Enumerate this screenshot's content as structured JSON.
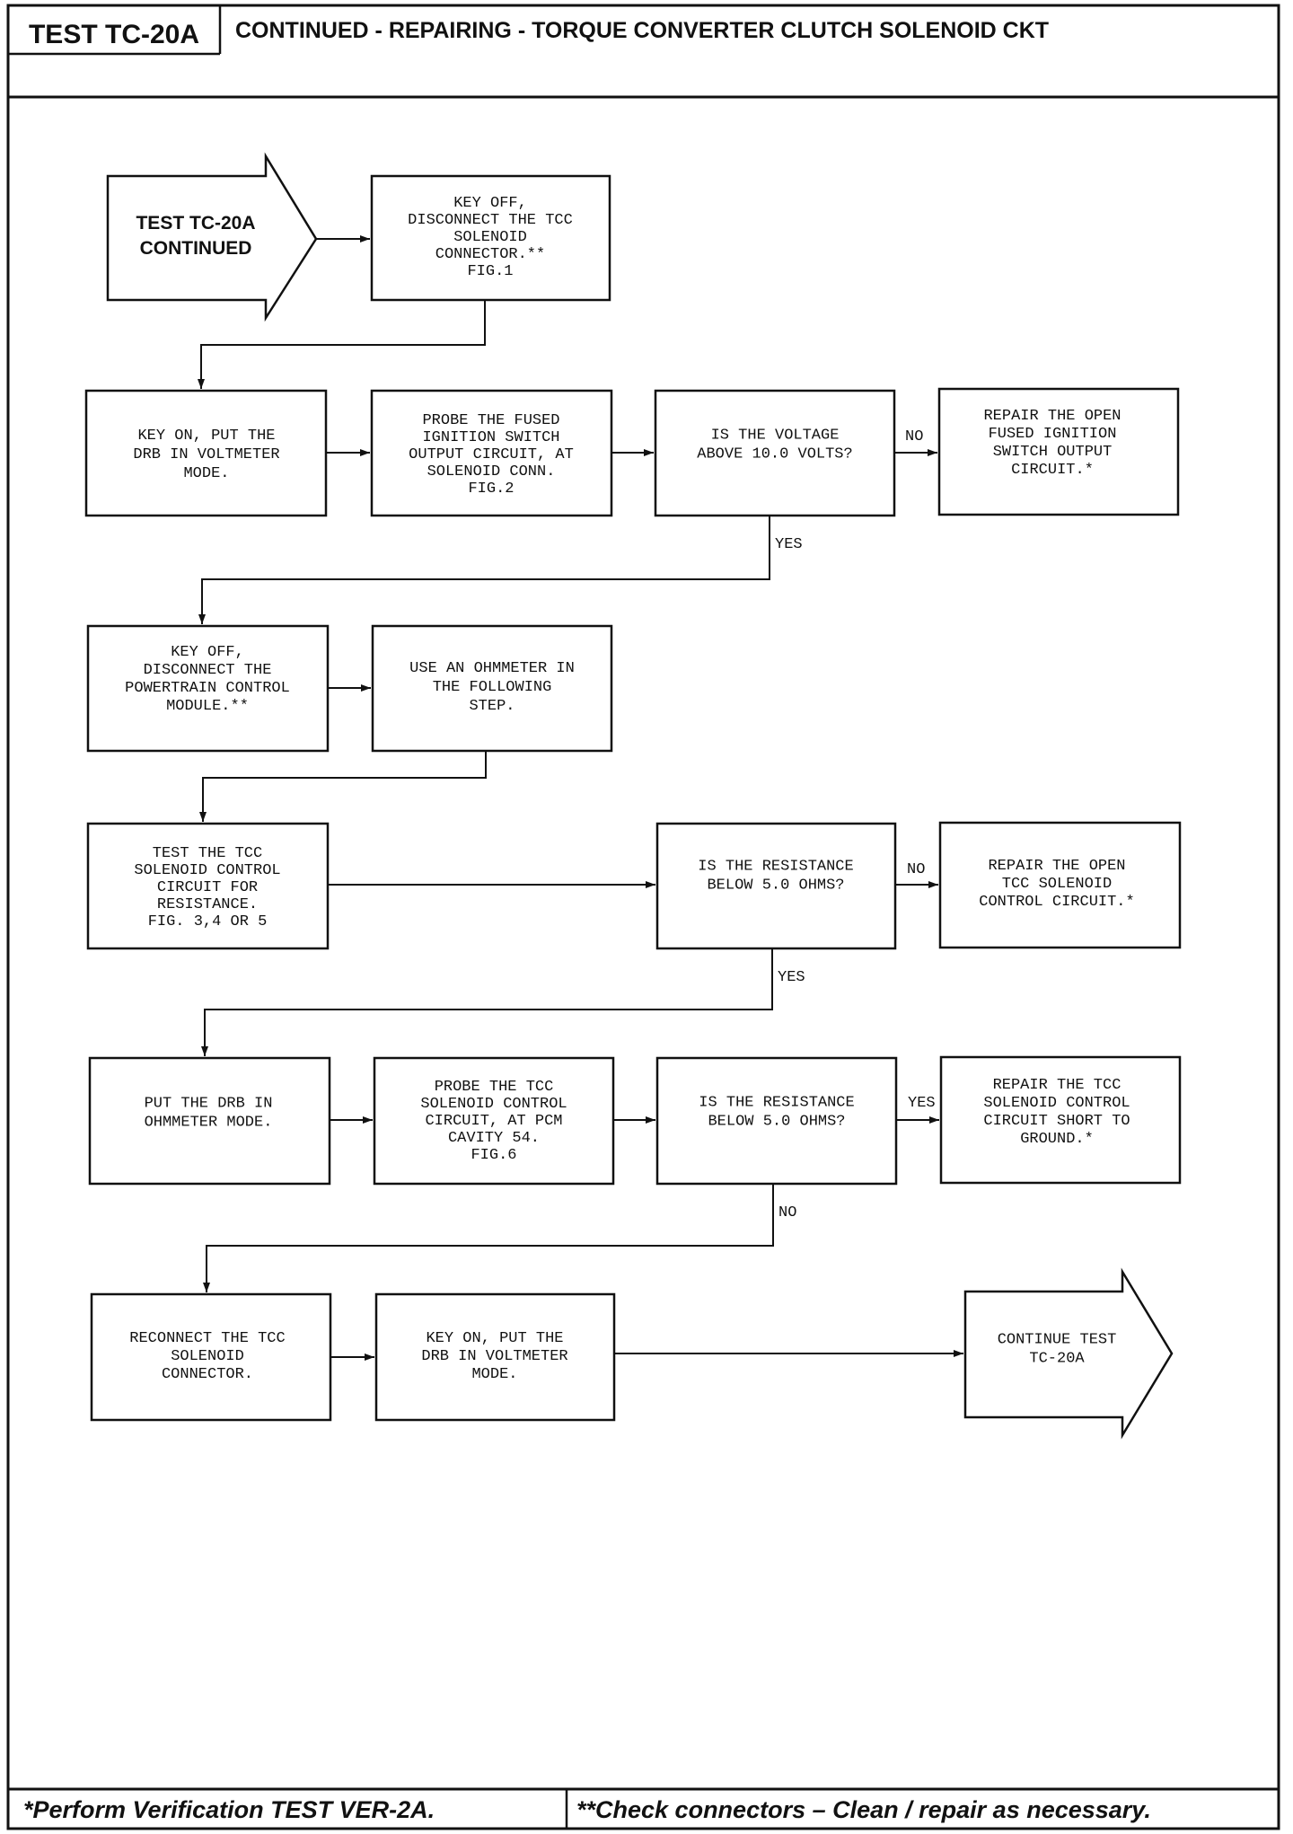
{
  "header": {
    "test_id": "TEST TC-20A",
    "title": "CONTINUED - REPAIRING - TORQUE CONVERTER CLUTCH SOLENOID CKT"
  },
  "nodes": {
    "start": [
      "TEST TC-20A",
      "CONTINUED"
    ],
    "n1": [
      "KEY OFF,",
      "DISCONNECT THE TCC",
      "SOLENOID",
      "CONNECTOR.**",
      "FIG.1"
    ],
    "n2": [
      "KEY ON, PUT THE",
      "DRB IN VOLTMETER",
      "MODE."
    ],
    "n3": [
      "PROBE THE FUSED",
      "IGNITION SWITCH",
      "OUTPUT CIRCUIT, AT",
      "SOLENOID CONN.",
      "FIG.2"
    ],
    "n4": [
      "IS THE VOLTAGE",
      "ABOVE 10.0 VOLTS?"
    ],
    "n5": [
      "REPAIR THE OPEN",
      "FUSED IGNITION",
      "SWITCH OUTPUT",
      "CIRCUIT.*"
    ],
    "n6": [
      "KEY OFF,",
      "DISCONNECT THE",
      "POWERTRAIN CONTROL",
      "MODULE.**"
    ],
    "n7": [
      "USE AN OHMMETER IN",
      "THE FOLLOWING",
      "STEP."
    ],
    "n8": [
      "TEST THE TCC",
      "SOLENOID CONTROL",
      "CIRCUIT FOR",
      "RESISTANCE.",
      "FIG. 3,4 OR 5"
    ],
    "n9": [
      "IS THE RESISTANCE",
      "BELOW 5.0 OHMS?"
    ],
    "n10": [
      "REPAIR THE OPEN",
      "TCC SOLENOID",
      "CONTROL CIRCUIT.*"
    ],
    "n11": [
      "PUT THE DRB IN",
      "OHMMETER MODE."
    ],
    "n12": [
      "PROBE THE TCC",
      "SOLENOID CONTROL",
      "CIRCUIT, AT PCM",
      "CAVITY 54.",
      "FIG.6"
    ],
    "n13": [
      "IS THE RESISTANCE",
      "BELOW 5.0 OHMS?"
    ],
    "n14": [
      "REPAIR THE TCC",
      "SOLENOID CONTROL",
      "CIRCUIT SHORT TO",
      "GROUND.*"
    ],
    "n15": [
      "RECONNECT THE TCC",
      "SOLENOID",
      "CONNECTOR."
    ],
    "n16": [
      "KEY ON, PUT THE",
      "DRB IN VOLTMETER",
      "MODE."
    ],
    "end": [
      "CONTINUE TEST",
      "TC-20A"
    ]
  },
  "labels": {
    "no1": "NO",
    "yes1": "YES",
    "no2": "NO",
    "yes2": "YES",
    "yes3": "YES",
    "no3": "NO"
  },
  "footer": {
    "left": "*Perform Verification TEST VER-2A.",
    "right": "**Check connectors – Clean / repair as necessary."
  }
}
